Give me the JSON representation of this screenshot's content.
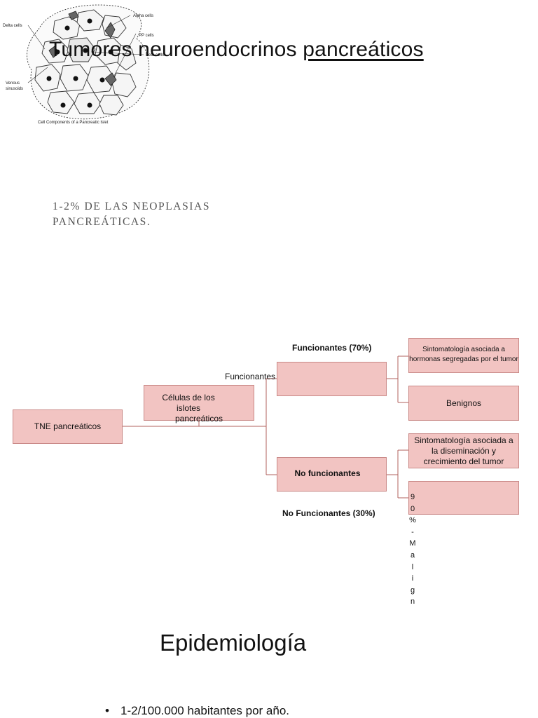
{
  "title": {
    "main": "Tumores  neuroendocrinos ",
    "underlined": "pancreáticos"
  },
  "subtitle": {
    "line1": "1-2% DE LAS NEOPLASIAS",
    "line2": "PANCREÁTICAS."
  },
  "diagram": {
    "root": "TNE pancreáticos",
    "cells": {
      "l1": "Células de los",
      "l2": "islotes",
      "l3": "pancreáticos"
    },
    "funcionantes_label": "Funcionantes",
    "funcionantes_header": "Funcionantes (70%)",
    "no_funcionantes": "No funcionantes",
    "no_funcionantes_header": "No Funcionantes (30%)",
    "leaf_sintomas_hormonas": {
      "l1": "Sintomatología asociada a",
      "l2": "hormonas segregadas por el  tumor"
    },
    "leaf_benignos": "Benignos",
    "leaf_sintomas_diseminacion": {
      "l1": "Sintomatología asociada a",
      "l2": "la diseminación y",
      "l3": "crecimiento del tumor"
    },
    "leaf_malignos_vertical": [
      "9",
      "0",
      "%",
      "-",
      "M",
      "a",
      "l",
      "i",
      "g",
      "n"
    ]
  },
  "figure": {
    "caption": "Cell Components of a Pancreatic Islet",
    "labels": {
      "delta": "Delta cells",
      "alpha": "Alpha cells",
      "pp": "PP cells",
      "beta": "Beta cells",
      "venous1": "Venous",
      "venous2": "sinusoids"
    }
  },
  "epidemiologia": {
    "title": "Epidemiología",
    "bullet": "•",
    "item": "1-2/100.000 habitantes por año."
  }
}
